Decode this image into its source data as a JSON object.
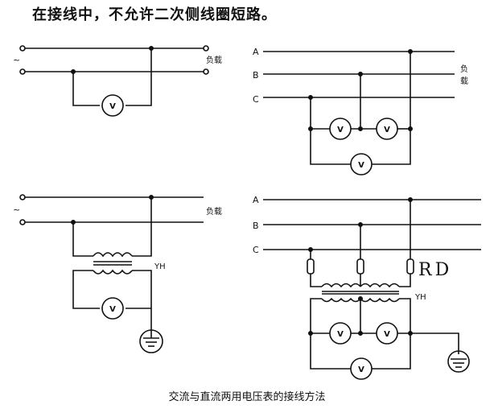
{
  "header": {
    "text": "在接线中，不允许二次侧线圈短路。"
  },
  "caption": "交流与直流两用电压表的接线方法",
  "labels": {
    "load": "负载",
    "load_split_1": "负",
    "load_split_2": "载",
    "phase_a": "A",
    "phase_b": "B",
    "phase_c": "C",
    "transformer": "YH",
    "fuse": "RD",
    "voltmeter": "V",
    "ac_symbol": "~"
  }
}
